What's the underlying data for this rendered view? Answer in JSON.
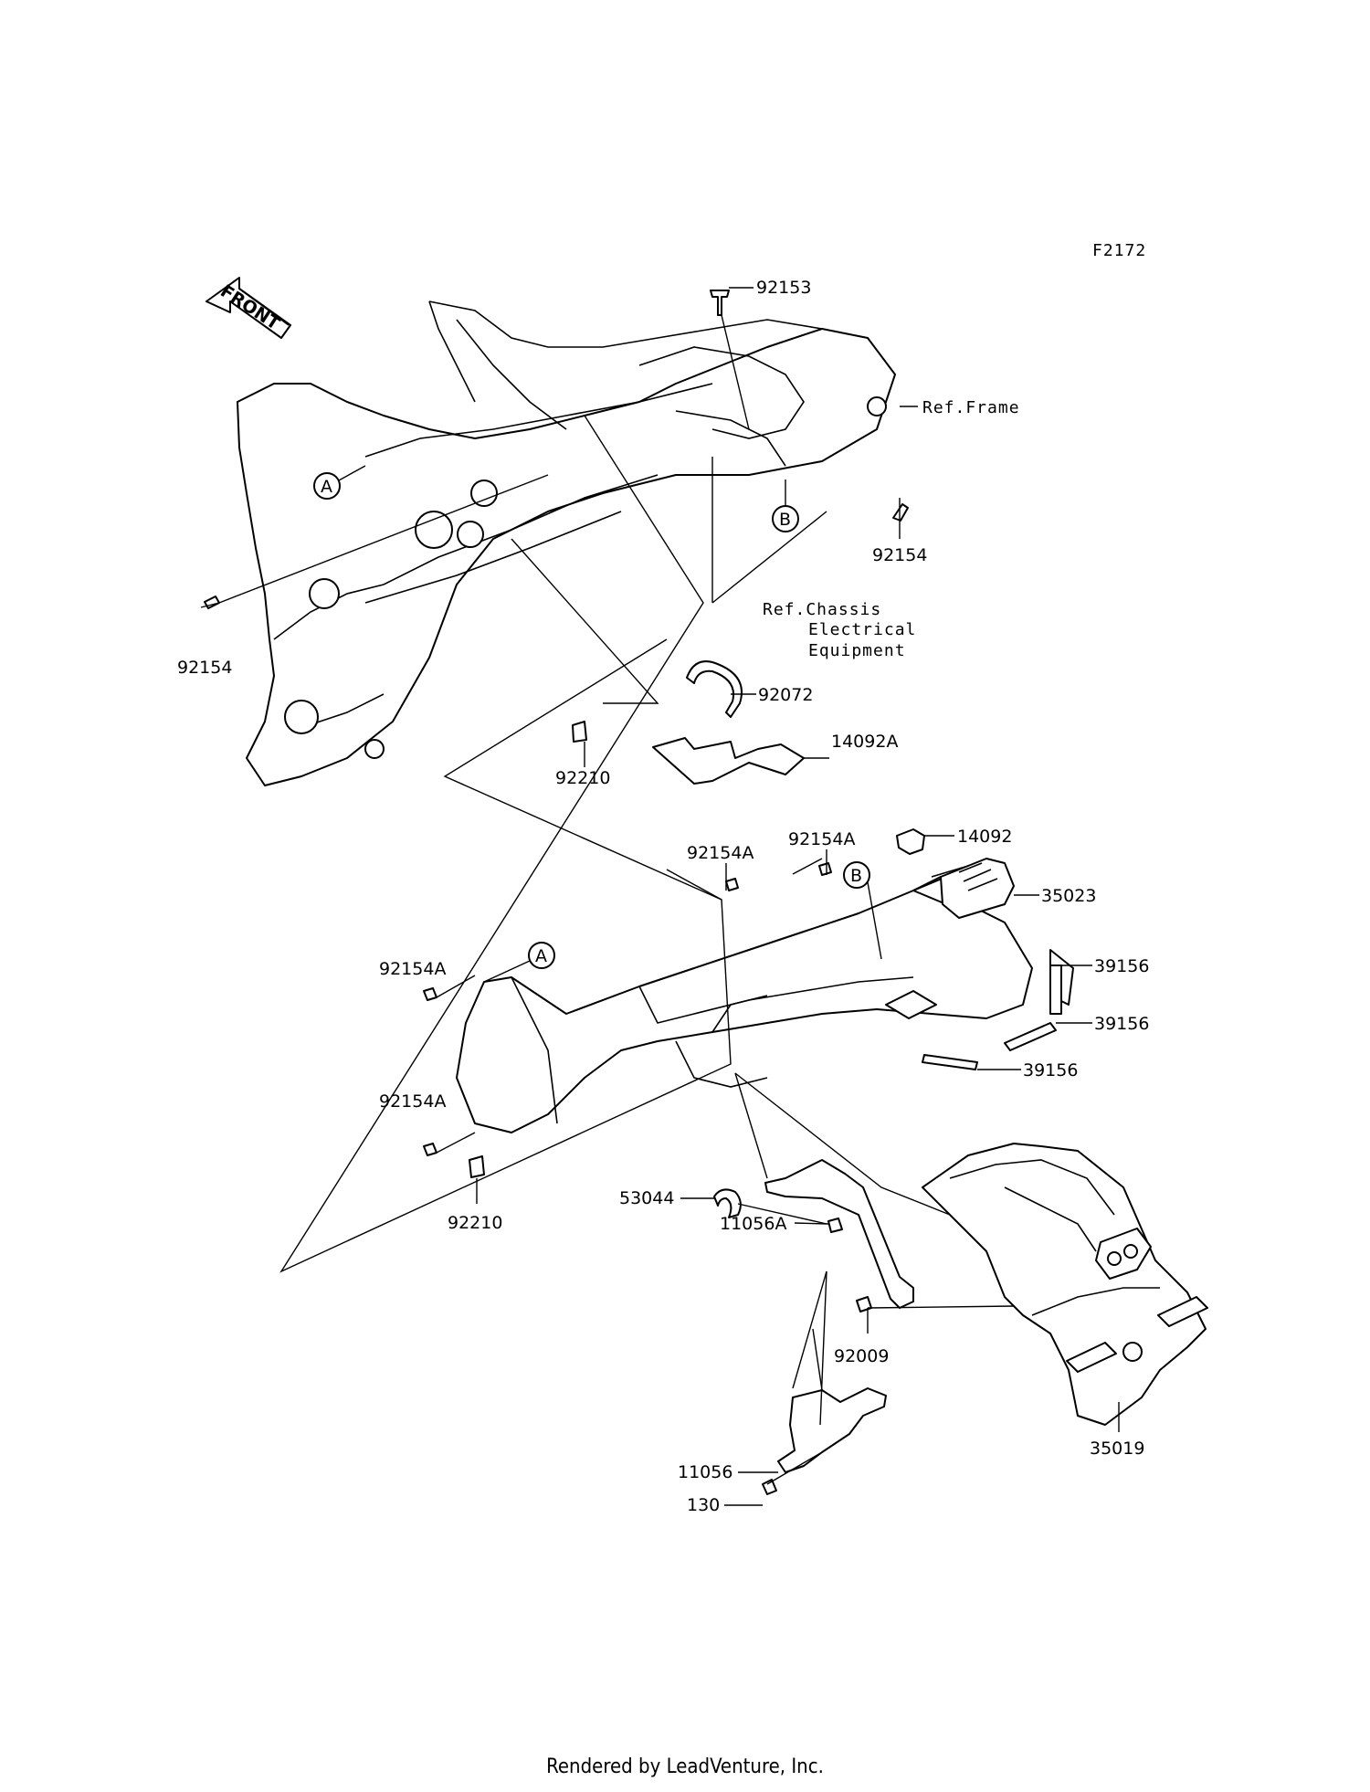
{
  "diagram": {
    "code": "F2172",
    "front_label": "FRONT",
    "callouts": [
      {
        "id": "c92153",
        "text": "92153"
      },
      {
        "id": "cref_frame",
        "text": "Ref.Frame"
      },
      {
        "id": "c92154_r",
        "text": "92154"
      },
      {
        "id": "c92154_l",
        "text": "92154"
      },
      {
        "id": "cref_chassis_1",
        "text": "Ref.Chassis"
      },
      {
        "id": "cref_chassis_2",
        "text": "Electrical"
      },
      {
        "id": "cref_chassis_3",
        "text": "Equipment"
      },
      {
        "id": "c92072",
        "text": "92072"
      },
      {
        "id": "c14092A",
        "text": "14092A"
      },
      {
        "id": "c92210_top",
        "text": "92210"
      },
      {
        "id": "c92154A_1",
        "text": "92154A"
      },
      {
        "id": "c92154A_2",
        "text": "92154A"
      },
      {
        "id": "c14092",
        "text": "14092"
      },
      {
        "id": "c35023",
        "text": "35023"
      },
      {
        "id": "c39156_1",
        "text": "39156"
      },
      {
        "id": "c39156_2",
        "text": "39156"
      },
      {
        "id": "c39156_3",
        "text": "39156"
      },
      {
        "id": "c92154A_3",
        "text": "92154A"
      },
      {
        "id": "c92154A_4",
        "text": "92154A"
      },
      {
        "id": "c92210_bot",
        "text": "92210"
      },
      {
        "id": "c53044",
        "text": "53044"
      },
      {
        "id": "c11056A",
        "text": "11056A"
      },
      {
        "id": "c92009",
        "text": "92009"
      },
      {
        "id": "c35019",
        "text": "35019"
      },
      {
        "id": "c11056",
        "text": "11056"
      },
      {
        "id": "c130",
        "text": "130"
      }
    ],
    "markers": [
      {
        "id": "mA_top",
        "text": "A"
      },
      {
        "id": "mB_top",
        "text": "B"
      },
      {
        "id": "mB_mid",
        "text": "B"
      },
      {
        "id": "mA_mid",
        "text": "A"
      }
    ]
  },
  "footer": {
    "text": "Rendered by LeadVenture, Inc."
  }
}
